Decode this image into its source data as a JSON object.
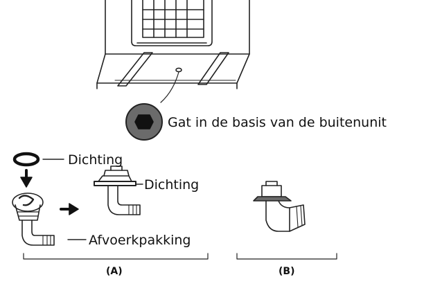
{
  "labels": {
    "hole": "Gat in de basis van de buitenunit",
    "seal_top": "Dichting",
    "seal_right": "Dichting",
    "drain_joint": "Afvoerkpakking",
    "group_a": "(A)",
    "group_b": "(B)"
  },
  "colors": {
    "line": "#222222",
    "fill_dark": "#6b6b6b",
    "fill_black": "#111111"
  }
}
